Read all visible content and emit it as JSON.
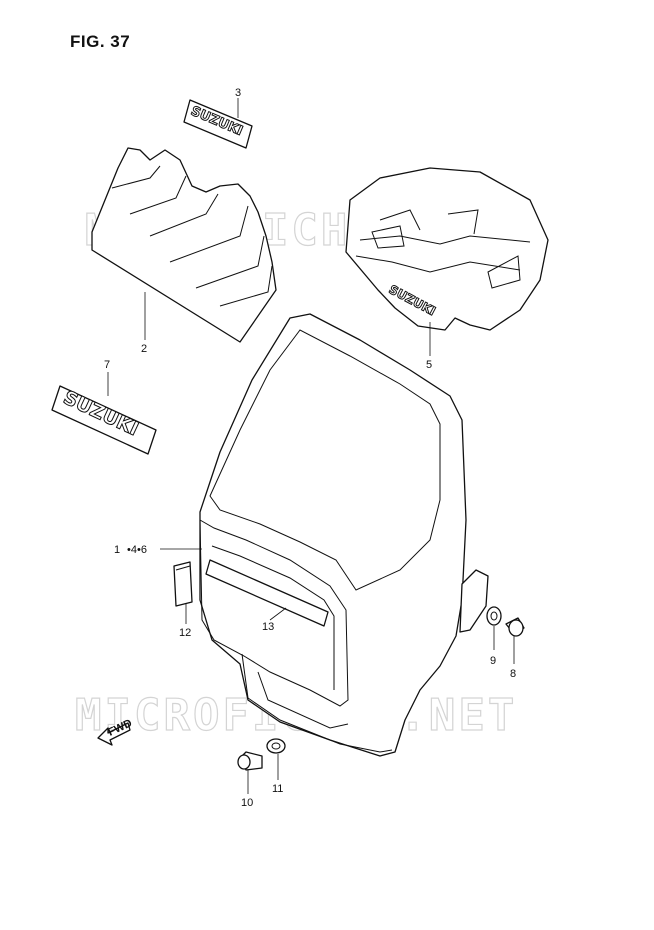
{
  "figure": {
    "title": "FIG. 37"
  },
  "watermark": "MICROFICHES.NET",
  "labels": {
    "decal_logo_top": "SUZUKI",
    "decal_logo_side": "SUZUKI",
    "decal_logo_cover": "SUZUKI",
    "fwd_arrow": "FWD"
  },
  "callouts": {
    "c1": "1",
    "c1_suffix": "•4•6",
    "c2": "2",
    "c3": "3",
    "c5": "5",
    "c7": "7",
    "c8": "8",
    "c9": "9",
    "c10": "10",
    "c11": "11",
    "c12": "12",
    "c13": "13"
  }
}
